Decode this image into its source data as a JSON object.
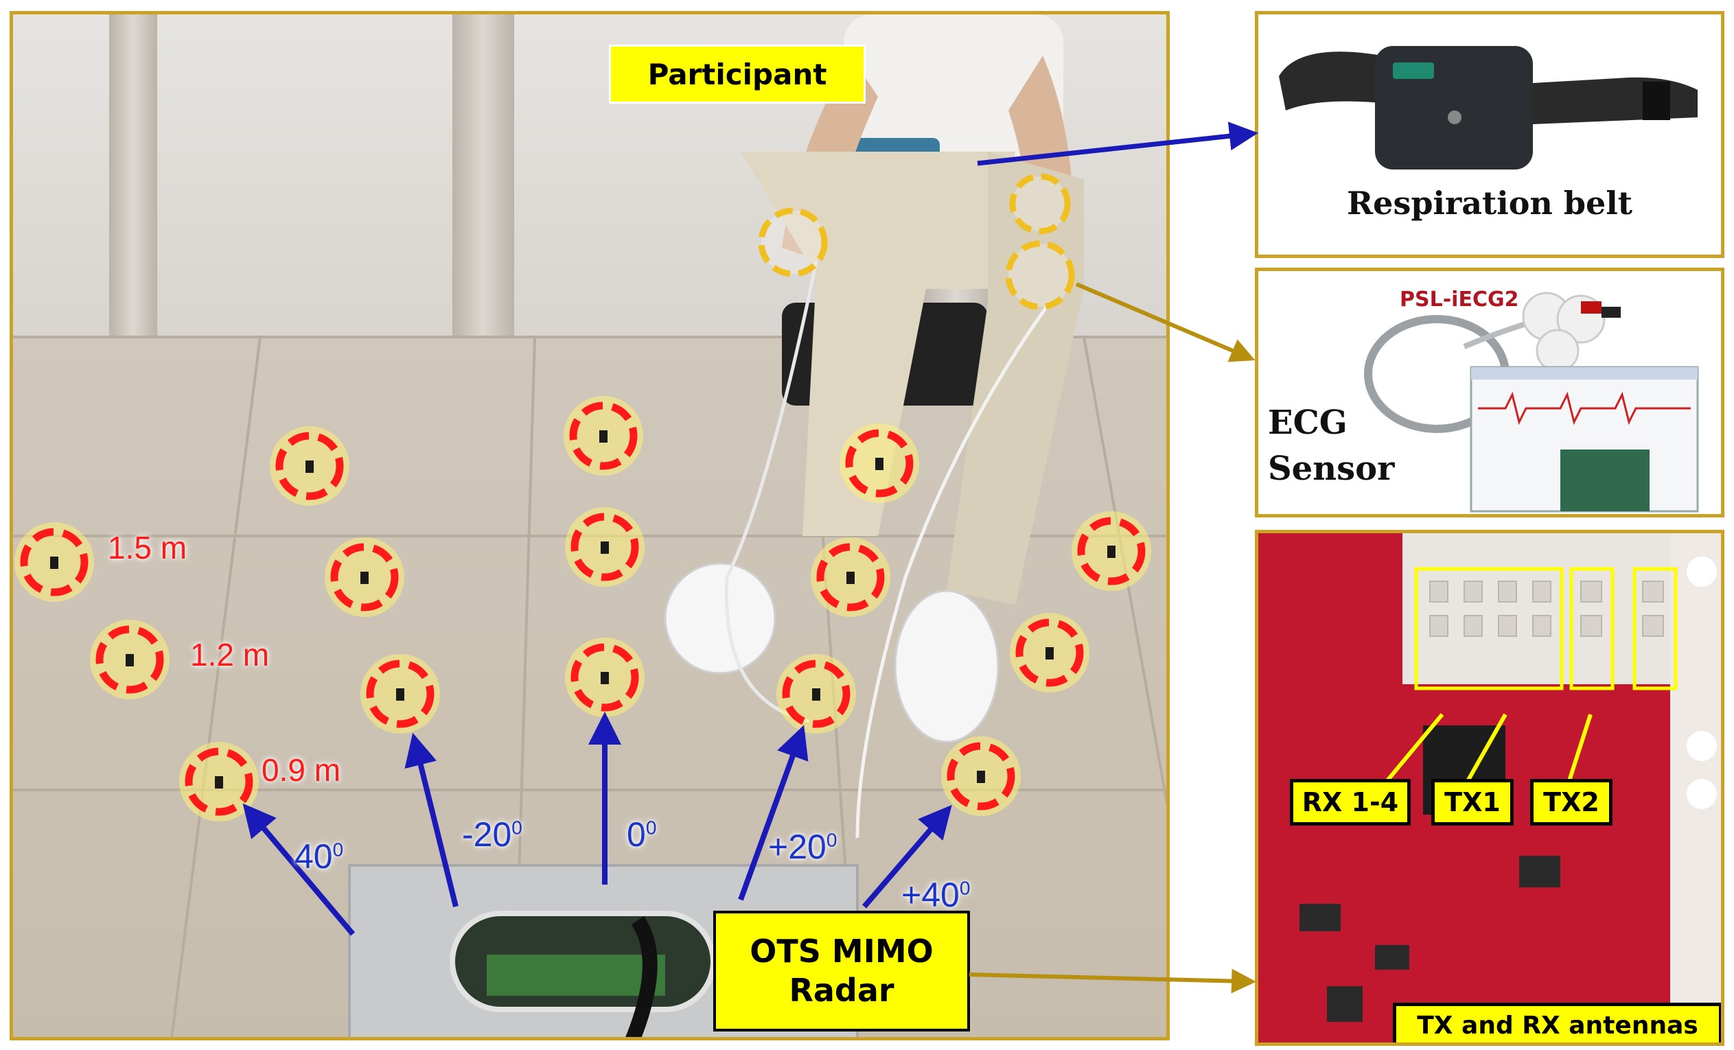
{
  "labels": {
    "participant": "Participant",
    "radar_line1": "OTS MIMO",
    "radar_line2": "Radar",
    "respiration_belt": "Respiration belt",
    "ecg_model": "PSL-iECG2",
    "ecg_line1": "ECG",
    "ecg_line2": "Sensor",
    "rx": "RX 1-4",
    "tx1": "TX1",
    "tx2": "TX2",
    "antennas": "TX and RX antennas"
  },
  "distances": {
    "d15": "1.5 m",
    "d12": "1.2 m",
    "d09": "0.9 m"
  },
  "angles": {
    "m40": "40",
    "m20": "-20",
    "zero": "0",
    "p20": "+20",
    "p40": "+40",
    "degree_sup": "0"
  },
  "colors": {
    "panel_border": "#c9a227",
    "label_yellow": "#ffff00",
    "arrow_blue": "#1a1ab8",
    "arrow_gold": "#b8900f",
    "marker_red": "#ff1a1a"
  }
}
